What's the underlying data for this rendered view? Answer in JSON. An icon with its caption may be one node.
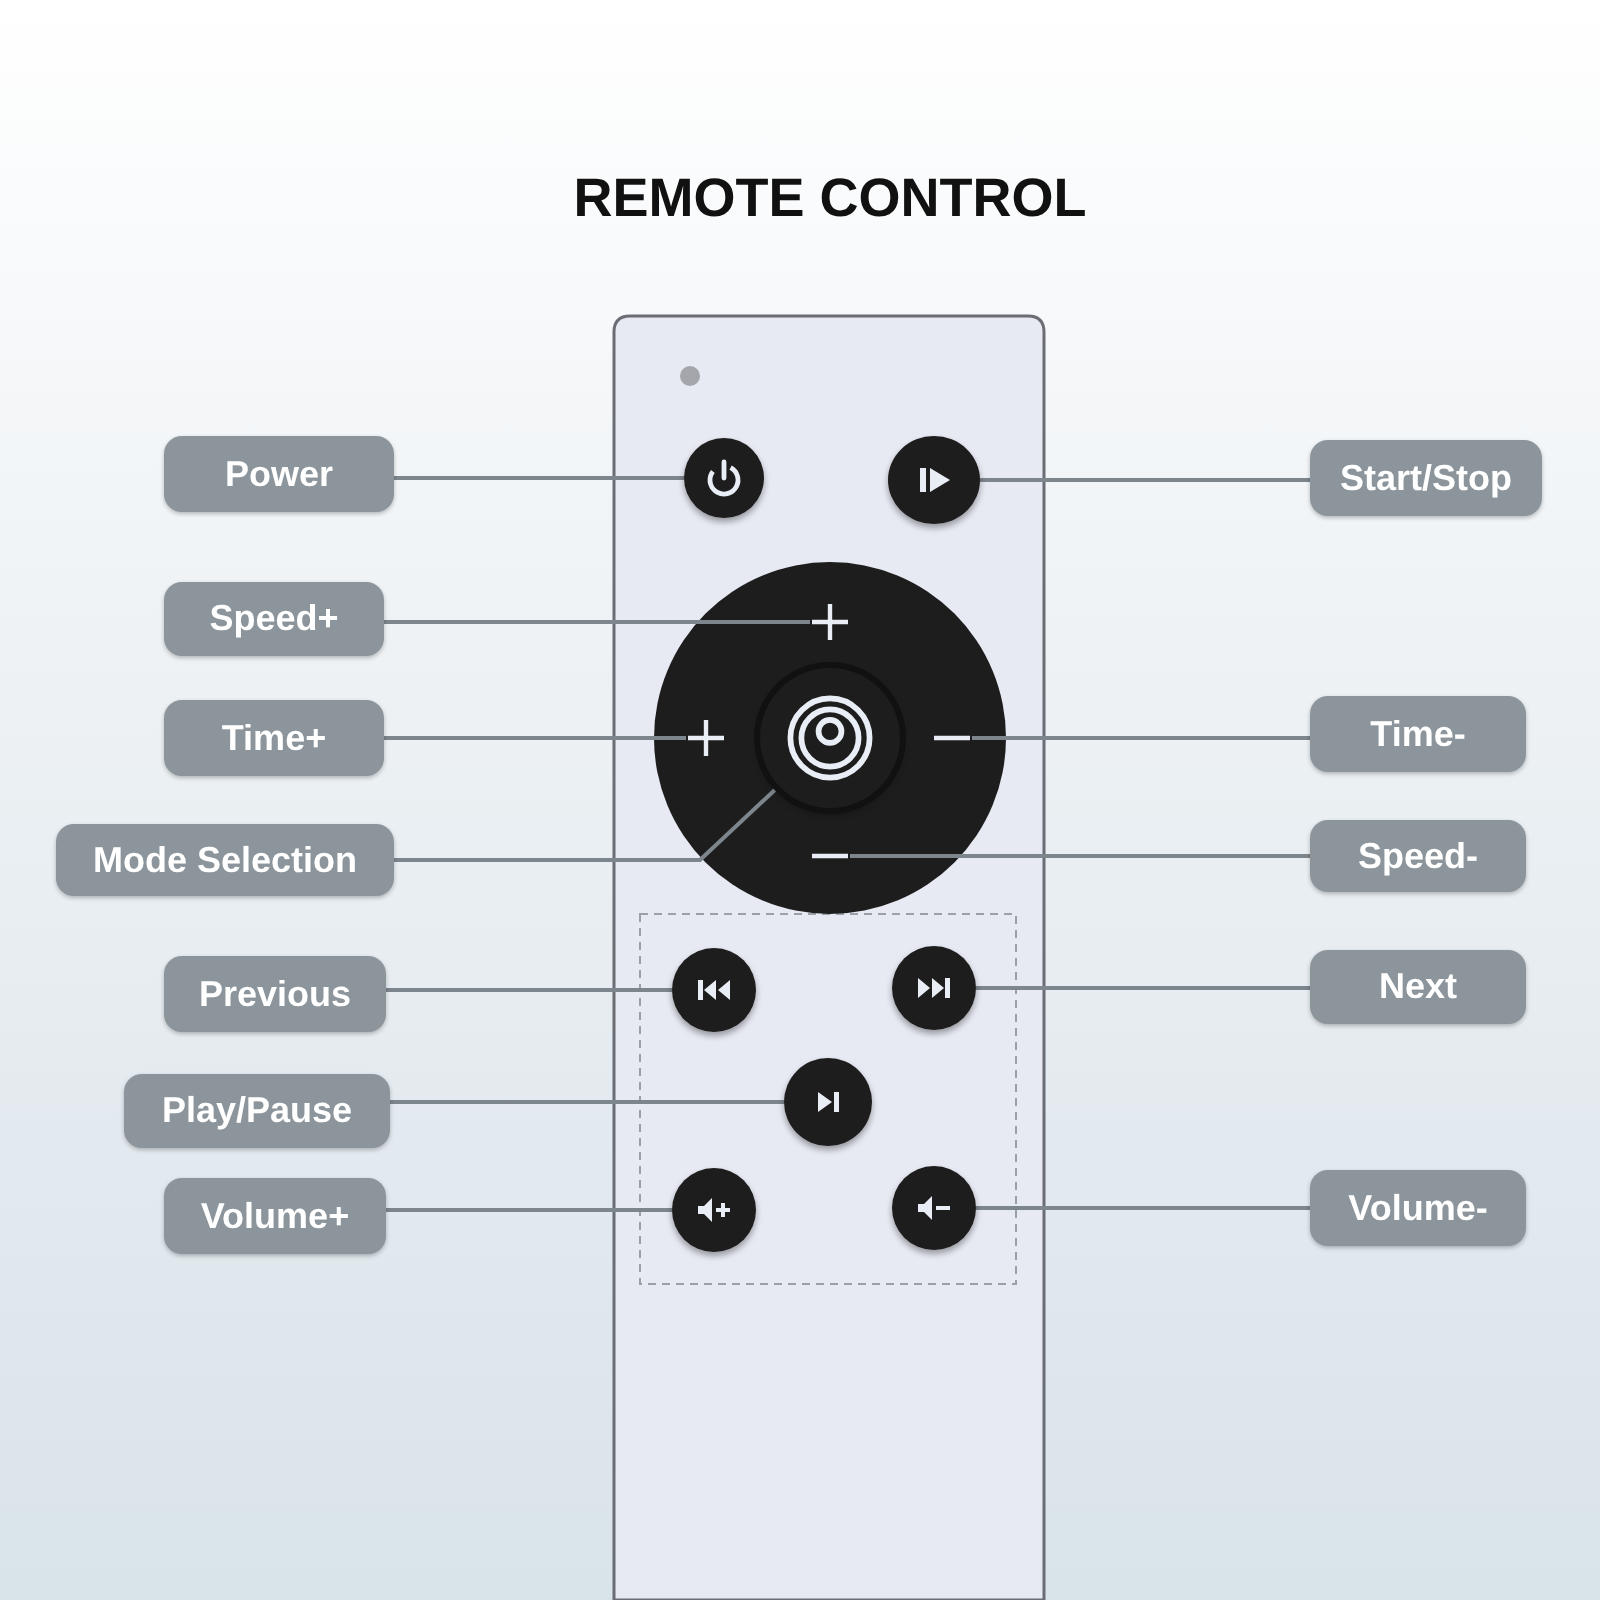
{
  "diagram": {
    "title": "REMOTE CONTROL",
    "nodes": [
      {
        "text": [
          "Power"
        ]
      },
      {
        "text": [
          "Start/Stop"
        ]
      },
      {
        "text": [
          "Speed+"
        ]
      },
      {
        "text": [
          "Time+"
        ]
      },
      {
        "text": [
          "Time-"
        ]
      },
      {
        "text": [
          "Mode Selection"
        ]
      },
      {
        "text": [
          "Speed-"
        ]
      },
      {
        "text": [
          "Previous"
        ]
      },
      {
        "text": [
          "Next"
        ]
      },
      {
        "text": [
          "Play/Pause"
        ]
      },
      {
        "text": [
          "Volume+"
        ]
      },
      {
        "text": [
          "Volume-"
        ]
      },
      {
        "text": [],
        "shape": "circle"
      },
      {
        "text": [],
        "shape": "circle"
      },
      {
        "text": [],
        "shape": "plus"
      },
      {
        "text": [],
        "shape": "plus"
      },
      {
        "text": [],
        "shape": "minus"
      },
      {
        "text": [],
        "shape": "circle"
      },
      {
        "text": [],
        "shape": "minus"
      },
      {
        "text": [],
        "shape": "circle"
      },
      {
        "text": [],
        "shape": "circle"
      },
      {
        "text": [],
        "shape": "circle"
      },
      {
        "text": [],
        "shape": "circle"
      },
      {
        "text": [],
        "shape": "circle"
      }
    ],
    "edges": [
      {
        "from": 0,
        "to": 12,
        "arrow": "none"
      },
      {
        "from": 1,
        "to": 13,
        "arrow": "none"
      },
      {
        "from": 2,
        "to": 14,
        "arrow": "none"
      },
      {
        "from": 3,
        "to": 15,
        "arrow": "none"
      },
      {
        "from": 4,
        "to": 16,
        "arrow": "none"
      },
      {
        "from": 5,
        "to": 17,
        "arrow": "none"
      },
      {
        "from": 6,
        "to": 18,
        "arrow": "none"
      },
      {
        "from": 7,
        "to": 19,
        "arrow": "none"
      },
      {
        "from": 8,
        "to": 20,
        "arrow": "none"
      },
      {
        "from": 9,
        "to": 21,
        "arrow": "none"
      },
      {
        "from": 10,
        "to": 22,
        "arrow": "none"
      },
      {
        "from": 11,
        "to": 23,
        "arrow": "none"
      }
    ]
  }
}
